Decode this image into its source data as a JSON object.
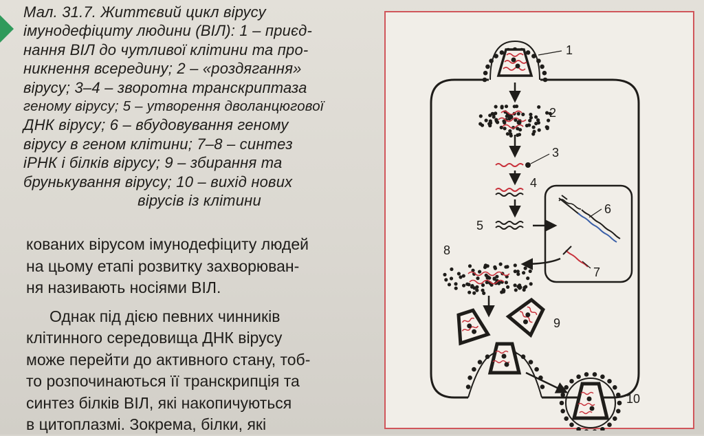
{
  "caption": {
    "lines": [
      "Мал.  31.7.  Життєвий  цикл  вірусу",
      "імунодефіциту людини (ВІЛ): 1 – приєд-",
      "нання ВІЛ до чутливої клітини та про-",
      "никнення всередину; 2 – «роздягання»",
      "вірусу; 3–4 – зворотна транскриптаза",
      "геному вірусу; 5 – утворення дволанцюгової",
      "ДНК  вірусу;  6 –  вбудовування  геному",
      "вірусу в геном клітини; 7–8 – синтез",
      "іРНК і білків вірусу; 9 – збирання та",
      "брунькування вірусу; 10 – вихід нових",
      "вірусів із клітини"
    ]
  },
  "body": {
    "lines": [
      "кованих вірусом імунодефіциту людей",
      "на цьому етапі розвитку захворюван-",
      "ня називають носіями ВІЛ.",
      "Однак під дією певних чинників",
      "клітинного середовища ДНК вірусу",
      "може перейти до активного стану, тоб-",
      "то розпочинаються її транскрипція та",
      "синтез білків ВІЛ, які накопичуються",
      "в цитоплазмі. Зокрема, білки, які"
    ]
  },
  "figure": {
    "labels": [
      "1",
      "2",
      "3",
      "4",
      "5",
      "6",
      "7",
      "8",
      "9",
      "10"
    ],
    "colors": {
      "frame": "#d0555a",
      "rna": "#c8323c",
      "dna_host": "#3a5fa8",
      "ink": "#1f1d1a"
    }
  }
}
